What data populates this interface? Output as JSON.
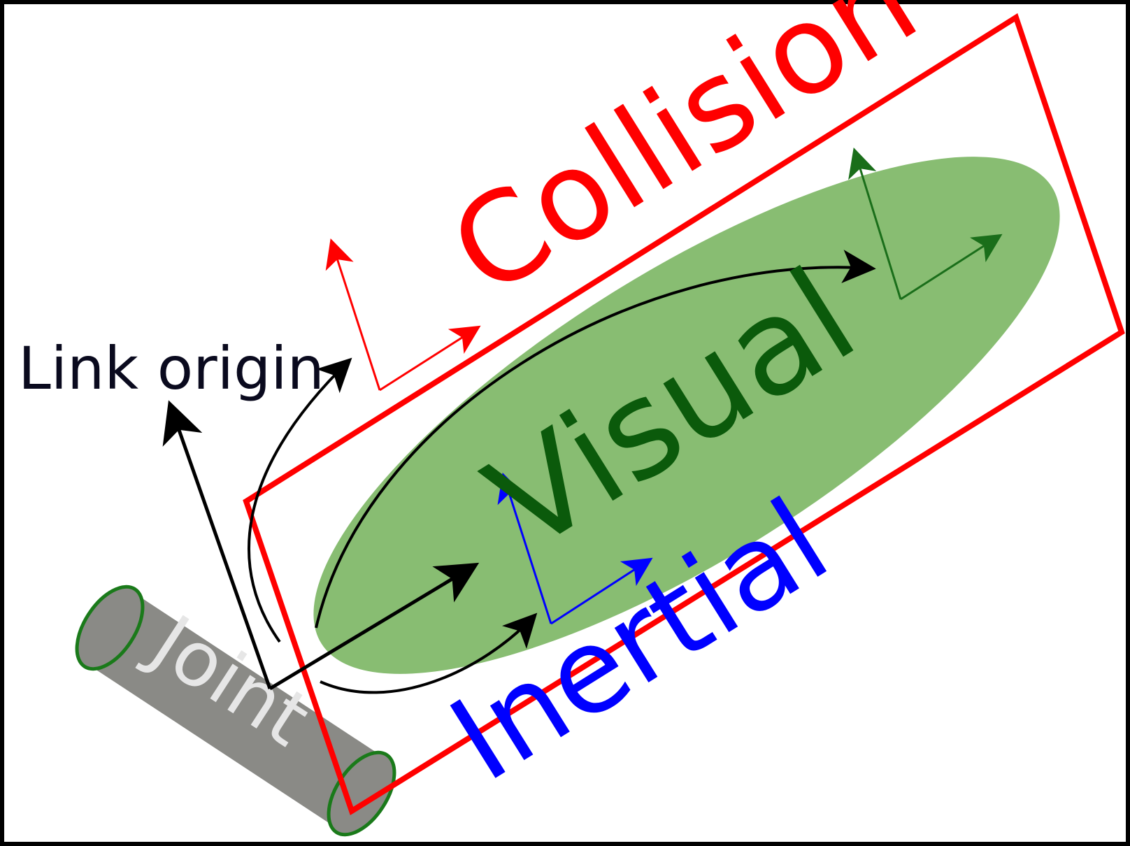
{
  "labels": {
    "link_origin": "Link origin",
    "collision": "Collision",
    "visual": "Visual",
    "inertial": "Inertial",
    "joint": "Joint"
  },
  "colors": {
    "collision": "#ff0000",
    "visual_fill": "#88bd72",
    "visual_text": "#0b5a0b",
    "visual_frame": "#1a6e1a",
    "inertial": "#0000ff",
    "joint_body": "#8a8a86",
    "joint_outline": "#1a7a1a",
    "joint_text": "#e6e6e6",
    "arrows": "#000000"
  },
  "icons": {
    "collision_frame": "axes-icon",
    "visual_frame": "axes-icon",
    "inertial_frame": "axes-icon",
    "link_origin_frame": "axes-icon"
  }
}
